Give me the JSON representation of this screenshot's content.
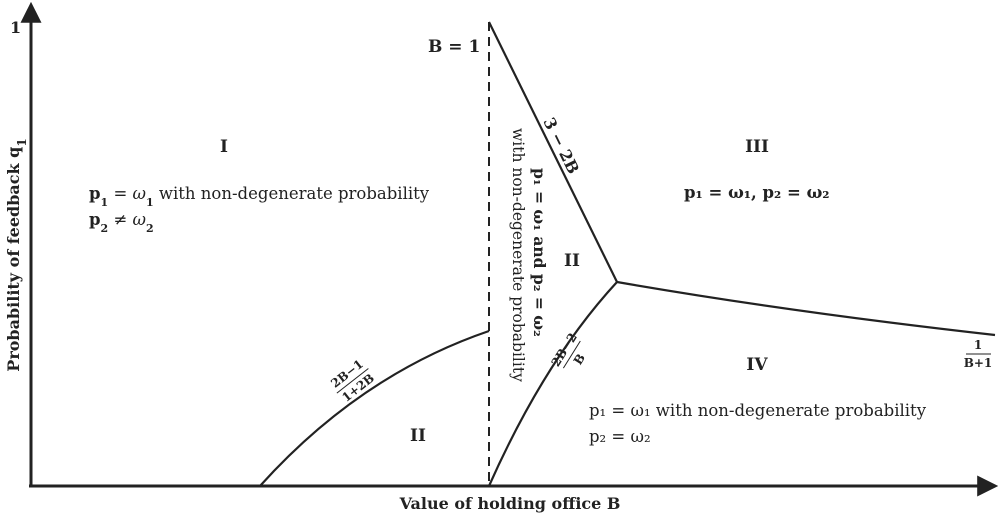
{
  "axes": {
    "x_label": "Value of holding office B",
    "y_label": "Probability of feedback q",
    "y_label_sub": "1",
    "y_top_tick": "1"
  },
  "markers": {
    "b_equals_one": "B = 1"
  },
  "curve_labels": {
    "three_minus_2b": "3 − 2B",
    "left_curve_num": "2B−1",
    "left_curve_den": "1+2B",
    "right_lower_num": "2B−2",
    "right_lower_den": "B",
    "right_end_num": "1",
    "right_end_den": "B+1"
  },
  "regions": {
    "I": {
      "label": "I",
      "line1_p": "p",
      "line1_sub": "1",
      "line1_eq": " = ω",
      "line1_sub2": "1",
      "line1_rest": " with non-degenerate probability",
      "line2_p": "p",
      "line2_sub": "2",
      "line2_eq": " ≠ ω",
      "line2_sub2": "2"
    },
    "II_top": {
      "label": "II",
      "rot_line1": "p₁ = ω₁ and p₂ = ω₂",
      "rot_line2": "with non-degenerate probability"
    },
    "II_bottom": {
      "label": "II"
    },
    "III": {
      "label": "III",
      "text": "p₁ = ω₁, p₂ = ω₂"
    },
    "IV": {
      "label": "IV",
      "line1": "p₁ = ω₁ with non-degenerate probability",
      "line2": "p₂ = ω₂"
    }
  }
}
